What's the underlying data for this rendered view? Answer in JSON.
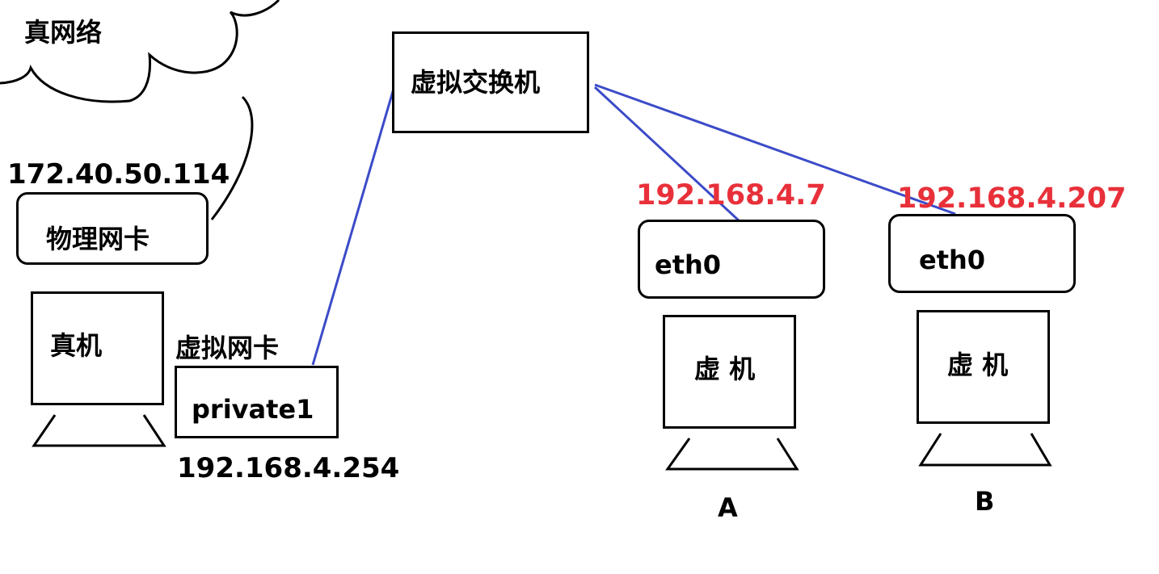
{
  "cloud": {
    "label": "真网络"
  },
  "host": {
    "ip": "172.40.50.114",
    "nic_label": "物理网卡",
    "monitor_label": "真机",
    "vnic_label": "虚拟网卡",
    "vnic_name": "private1",
    "vnic_ip": "192.168.4.254"
  },
  "switch": {
    "label": "虚拟交换机"
  },
  "vm_a": {
    "ip": "192.168.4.7",
    "nic": "eth0",
    "label": "虚 机",
    "name": "A"
  },
  "vm_b": {
    "ip": "192.168.4.207",
    "nic": "eth0",
    "label": "虚 机",
    "name": "B"
  },
  "colors": {
    "wire": "#3c4bc8",
    "ip_accent": "#e8303a",
    "stroke": "#000000"
  }
}
